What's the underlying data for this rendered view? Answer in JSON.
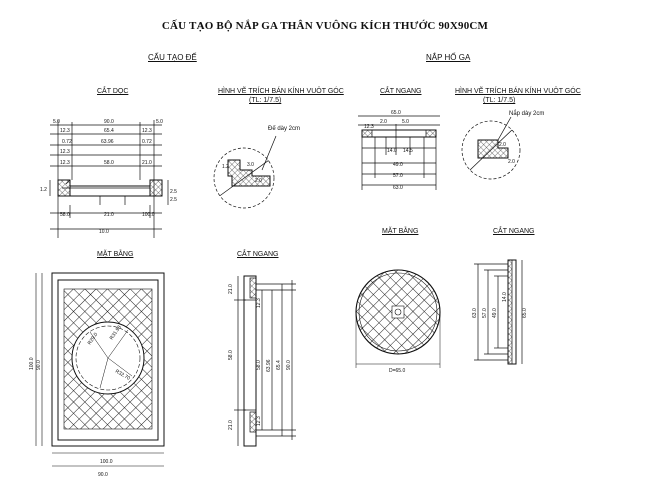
{
  "title": "CẤU TẠO BỘ NẮP GA THÂN VUÔNG KÍCH THƯỚC 90X90CM",
  "sections": {
    "base": "CẤU TẠO ĐẾ",
    "cover": "NẮP HỐ GA"
  },
  "views": {
    "cat_doc": "CẮT DỌC",
    "detail_base": "HÌNH VẼ TRÍCH BÁN KÍNH VUÔT GÓC",
    "detail_scale": "(TL: 1/7.5)",
    "cat_ngang_cover": "CẮT NGANG",
    "detail_cover": "HÌNH VẼ TRÍCH BÁN KÍNH VUÔT GÓC",
    "detail_cover_scale": "(TL: 1/7.5)",
    "mat_bang_base": "MẶT BẰNG",
    "cat_ngang_base": "CẮT NGANG",
    "mat_bang_cover": "MẶT BẰNG",
    "cat_ngang_cover2": "CẮT NGANG"
  },
  "notes": {
    "base_thickness": "Đế dày 2cm",
    "cover_thickness": "Nắp dày 2cm"
  },
  "dims": {
    "cat_doc": [
      "5.0",
      "90.0",
      "5.0",
      "12.3",
      "65.4",
      "12.3",
      "0.72",
      "63.96",
      "0.72",
      "12.3",
      "58.0",
      "12.3",
      "21.0",
      "58.0",
      "21.0",
      "100.0",
      "10.0",
      "1.2",
      "2.5"
    ],
    "cover_section": [
      "65.0",
      "2.0",
      "5.0",
      "12.3",
      "14.0",
      "14.5",
      "49.0",
      "57.0",
      "63.0"
    ],
    "plan_base": [
      "100.0",
      "90.0",
      "90.0",
      "100.0",
      "R29.0",
      "R31.98",
      "R32.70"
    ],
    "cat_ngang_base": [
      "21.0",
      "58.0",
      "21.0",
      "12.3",
      "63.96",
      "65.4",
      "58.0",
      "90.0",
      "12.3"
    ],
    "cover_plan": [
      "D=65.0"
    ],
    "cover_ngang": [
      "63.0",
      "57.0",
      "49.0",
      "14.0",
      "65.0"
    ]
  }
}
